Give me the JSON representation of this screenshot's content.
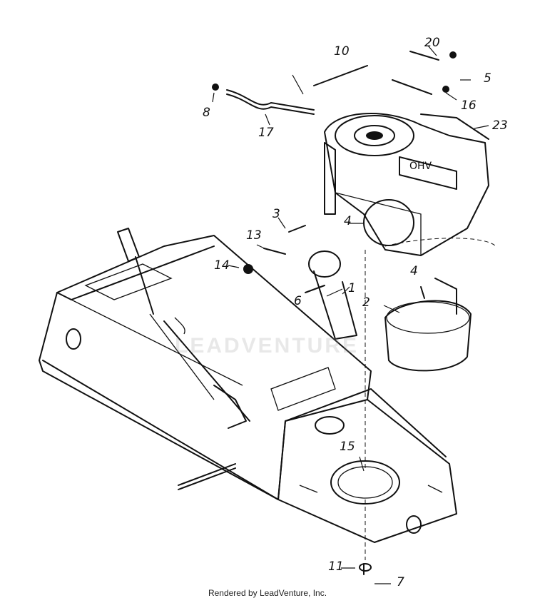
{
  "callouts": {
    "c1": "1",
    "c2": "2",
    "c3": "3",
    "c4a": "4",
    "c4b": "4",
    "c5": "5",
    "c6": "6",
    "c7": "7",
    "c8": "8",
    "c10": "10",
    "c11": "11",
    "c13": "13",
    "c14": "14",
    "c15": "15",
    "c16": "16",
    "c17": "17",
    "c20": "20",
    "c23": "23"
  },
  "engine_badge": "OHV",
  "watermark": "LEADVENTURE",
  "credit": "Rendered by LeadVenture, Inc.",
  "colors": {
    "ink": "#111111",
    "paper": "#ffffff"
  }
}
